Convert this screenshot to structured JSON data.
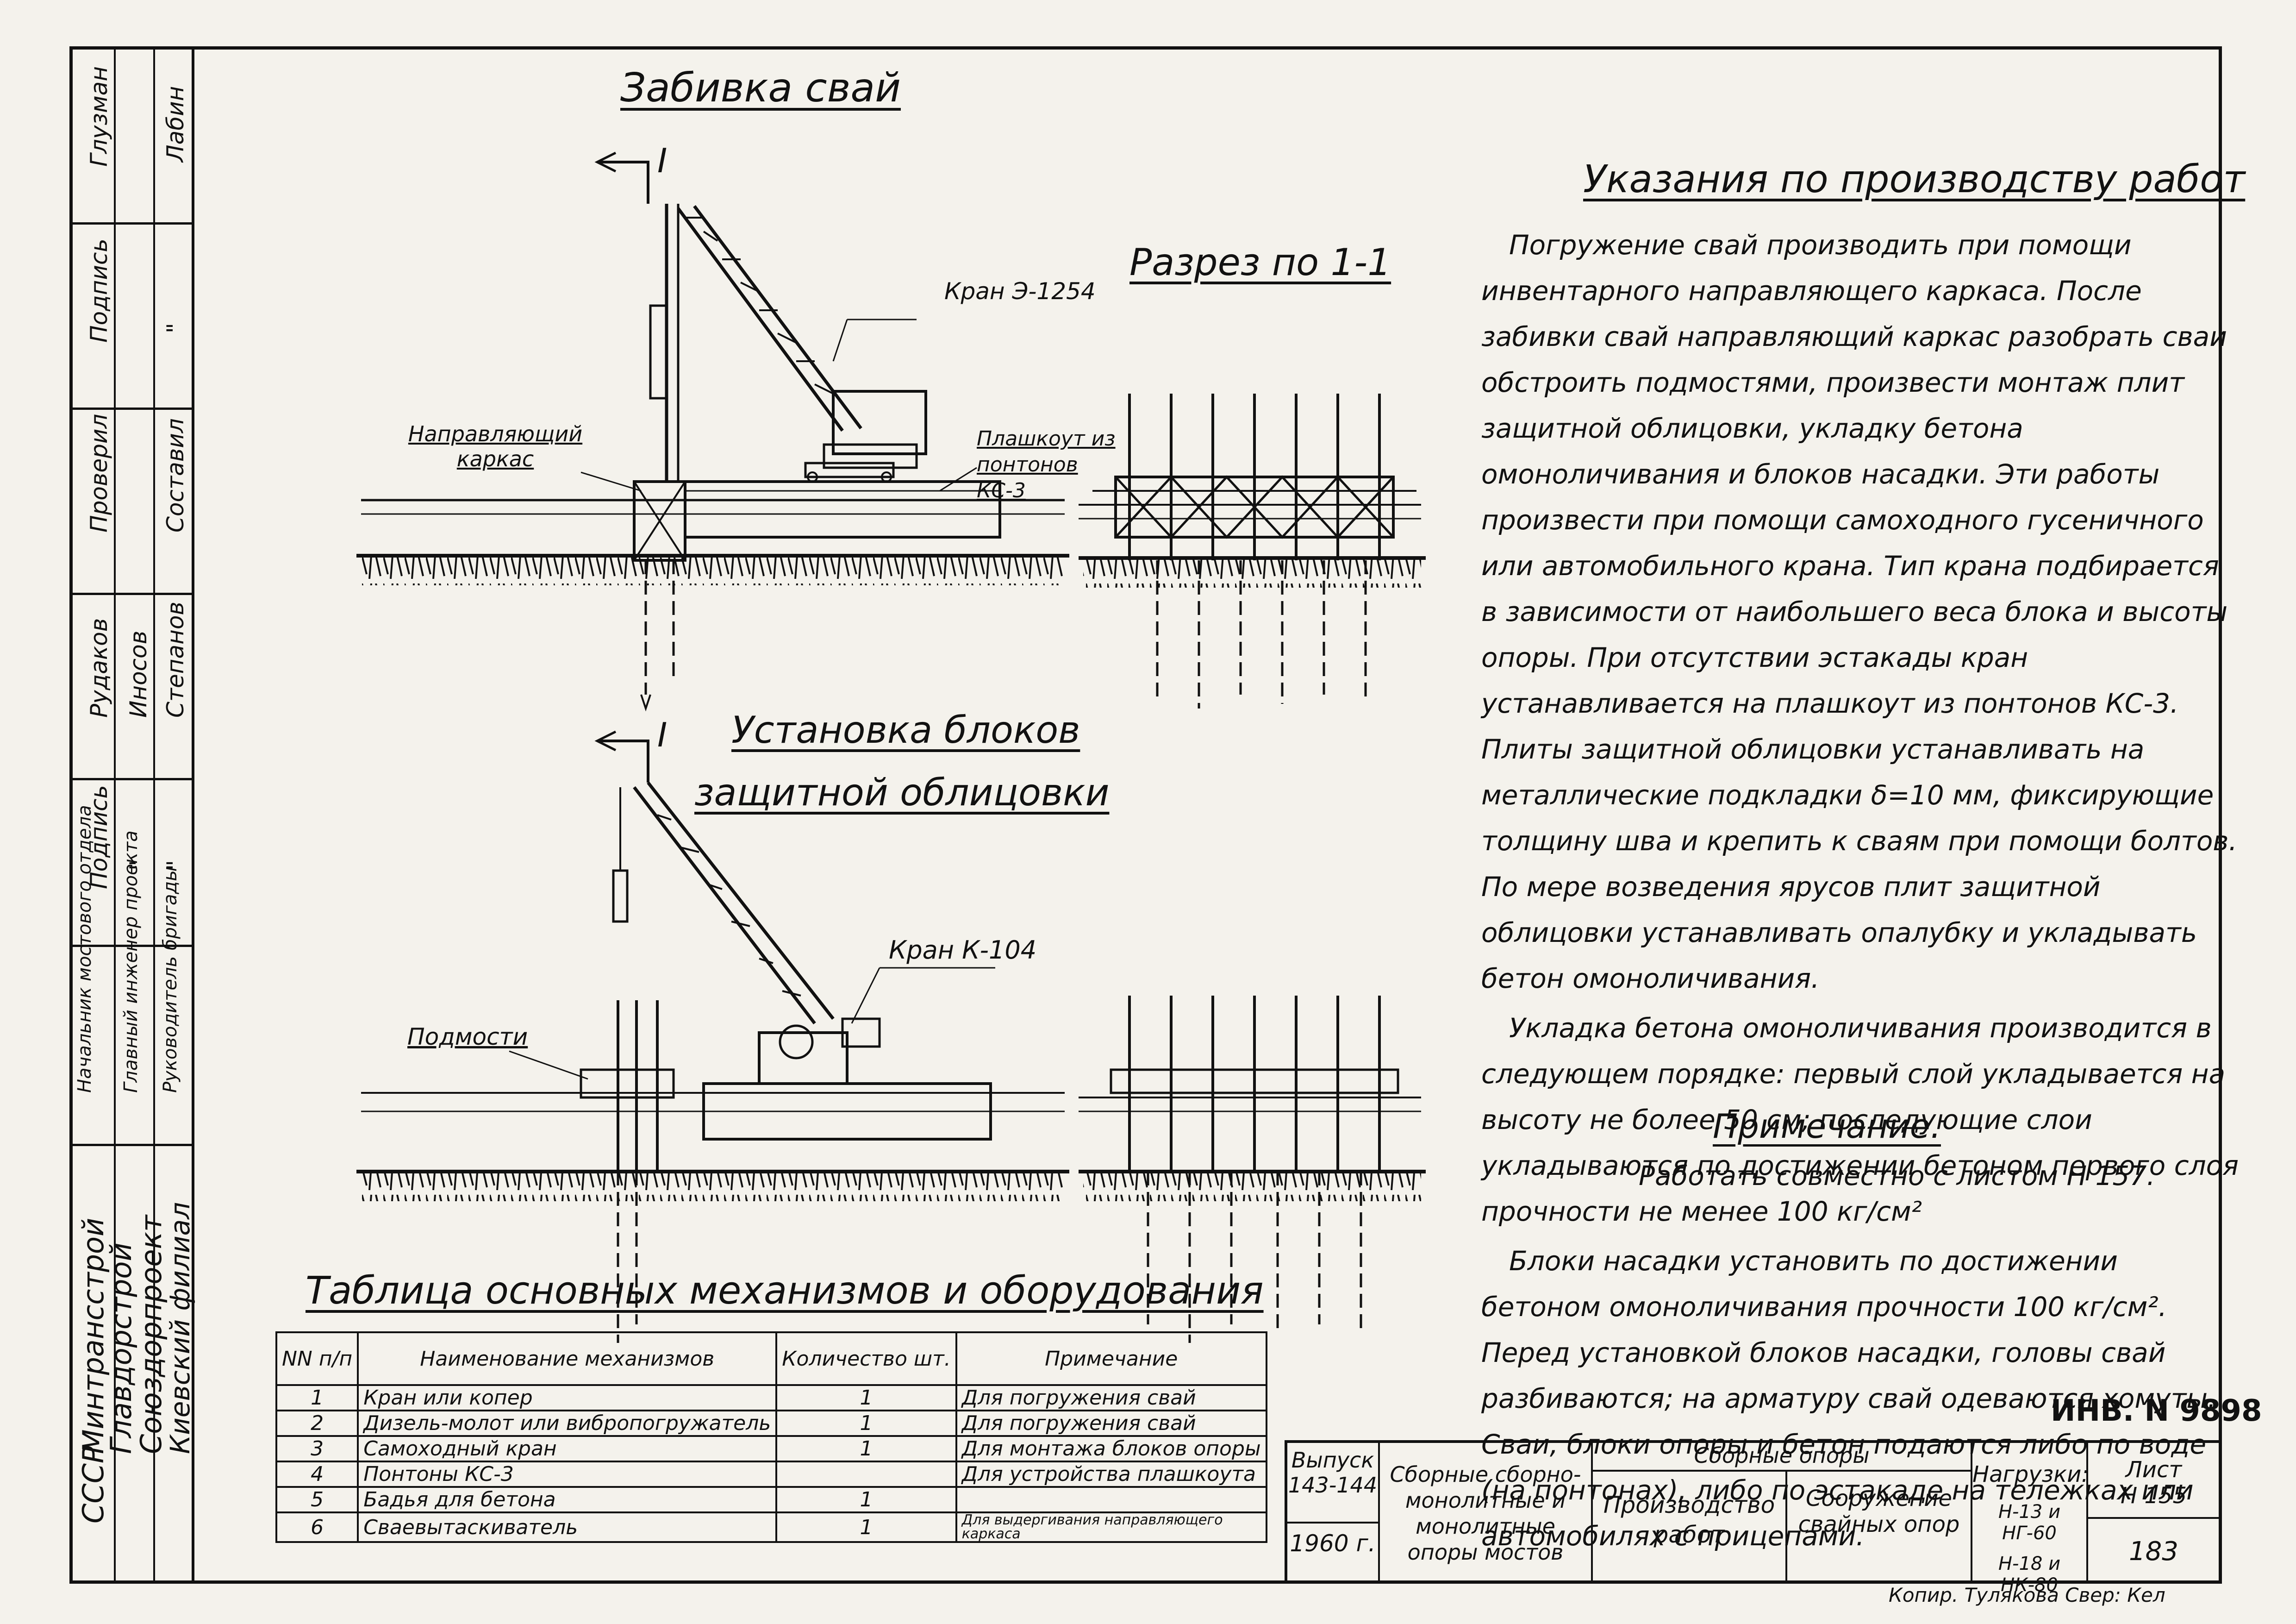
{
  "strip": {
    "names": [
      "Глузман",
      "Лабин"
    ],
    "sign1": "Подпись",
    "quote1": "\"",
    "checked": "Проверил",
    "compiled": "Составил",
    "chief": "Рудаков",
    "chief_engineer": "Иносов",
    "brigade": "Степанов",
    "sign2": "Подпись",
    "quote2": "\"",
    "quote3": "\"",
    "roles": [
      "Начальник мостового отдела",
      "Главный инженер проекта",
      "Руководитель бригады"
    ],
    "org": [
      "СССР",
      "Минтрансстрой",
      "Главдорстрой",
      "Союздорпроект",
      "Киевский филиал"
    ]
  },
  "drawings": {
    "pile_driving_title": "Забивка свай",
    "section_marker": "I",
    "section_title": "Разрез по 1-1",
    "crane1_label": "Кран Э-1254",
    "frame_label": "Направляющий каркас",
    "pontoon_label": "Плашкоут из понтонов КС-3",
    "block_install_title_1": "Установка блоков",
    "block_install_title_2": "защитной облицовки",
    "crane2_label": "Кран К-104",
    "scaffold_label": "Подмости"
  },
  "instructions": {
    "title": "Указания по производству работ",
    "p1": "Погружение свай производить при помощи инвентарного направляющего каркаса. После забивки свай направляющий каркас разобрать сваи обстроить подмостями, произвести монтаж плит защитной облицовки, укладку бетона омоноличивания и блоков насадки. Эти работы произвести при помощи самоходного гусеничного или автомобильного крана. Тип крана подбирается в зависимости от наибольшего веса блока и высоты опоры. При отсутствии эстакады кран устанавливается на плашкоут из понтонов КС-3. Плиты защитной облицовки устанавливать на металлические подкладки δ=10 мм, фиксирующие толщину шва и крепить к сваям при помощи болтов. По мере возведения ярусов плит защитной облицовки устанавливать опалубку и укладывать бетон омоноличивания.",
    "p2": "Укладка бетона омоноличивания производится в следующем порядке: первый слой укладывается на высоту не более 50 см; последующие слои укладываются по достижении бетоном первого слоя прочности не менее 100 кг/см²",
    "p3": "Блоки насадки установить по достижении бетоном омоноличивания прочности 100 кг/см². Перед установкой блоков насадки, головы свай разбиваются; на арматуру свай одеваются хомуты. Сваи, блоки опоры и бетон подаются либо по воде (на понтонах), либо по эстакаде на тележках или автомобилях с прицепами.",
    "note_title": "Примечание.",
    "note_text": "Работать совместно с листом Н 157."
  },
  "equipment": {
    "title": "Таблица основных механизмов и оборудования",
    "headers": {
      "num": "NN п/п",
      "name": "Наименование механизмов",
      "qty": "Количество шт.",
      "note": "Примечание"
    },
    "rows": [
      {
        "num": "1",
        "name": "Кран или копер",
        "qty": "1",
        "note": "Для погружения свай"
      },
      {
        "num": "2",
        "name": "Дизель-молот или вибропогружатель",
        "qty": "1",
        "note": "Для погружения свай"
      },
      {
        "num": "3",
        "name": "Самоходный кран",
        "qty": "1",
        "note": "Для монтажа блоков опоры"
      },
      {
        "num": "4",
        "name": "Понтоны КС-3",
        "qty": "",
        "note": "Для устройства плашкоута"
      },
      {
        "num": "5",
        "name": "Бадья для бетона",
        "qty": "1",
        "note": ""
      },
      {
        "num": "6",
        "name": "Сваевытаскиватель",
        "qty": "1",
        "note": "Для выдергивания направляющего каркаса"
      }
    ]
  },
  "title_block": {
    "inv_no": "ИНВ. N 9898",
    "issue_label": "Выпуск",
    "issue": "143-144",
    "year": "1960 г.",
    "series": "Сборные сборно-монолитные и монолитные опоры мостов",
    "group": "Сборные опоры",
    "section": "Производство работ",
    "subject": "Сооружение свайных опор",
    "loads_label": "Нагрузки:",
    "loads": [
      "Н-13 и НГ-60",
      "Н-18 и НК-80"
    ],
    "sheet_label": "Лист",
    "sheet": "Н 155",
    "page": "183"
  },
  "copy_note": "Копир. Тулякова Свер: Кел"
}
